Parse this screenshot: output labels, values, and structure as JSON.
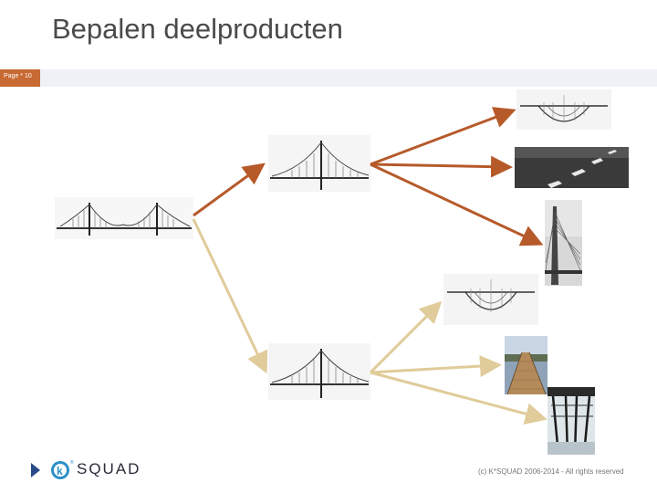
{
  "header": {
    "title": "Bepalen deelproducten",
    "page_label": "Page * 10"
  },
  "footer": {
    "logo_text": "SQUAD",
    "logo_letter": "k",
    "logo_super": "®",
    "copyright": "(c) K*SQUAD 2006-2014 - All rights reserved"
  },
  "colors": {
    "accent": "#c86a33",
    "arrow_primary": "#b65a2a",
    "arrow_secondary": "#e0cb9a",
    "bar": "#eef2f6",
    "logo_blue": "#2a8fc8"
  }
}
